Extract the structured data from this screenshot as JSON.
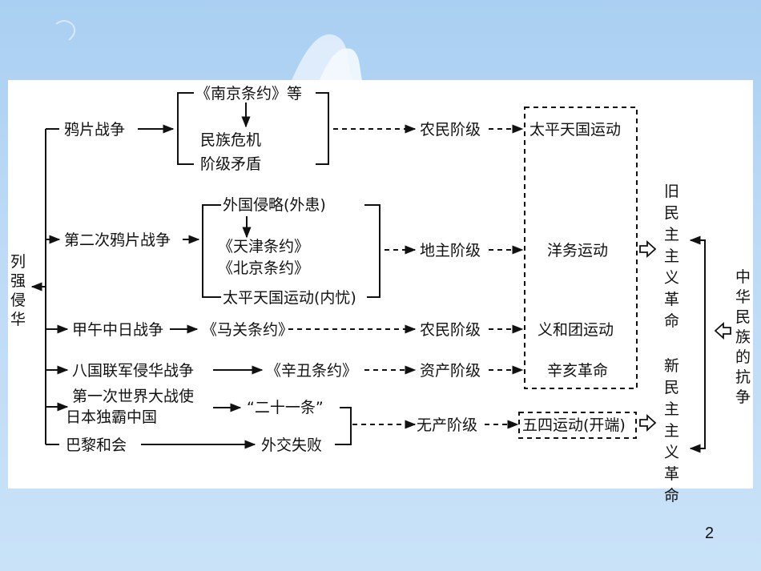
{
  "left_label": "列强侵华",
  "wars": {
    "opium": "鸦片战争",
    "second_opium": "第二次鸦片战争",
    "sino_japanese": "甲午中日战争",
    "eight_nation": "八国联军侵华战争",
    "ww1_line1": "第一次世界大战使",
    "ww1_line2": "日本独霸中国",
    "paris": "巴黎和会"
  },
  "results": {
    "nanjing": "《南京条约》等",
    "crisis": "民族危机",
    "conflict": "阶级矛盾",
    "aggression": "外国侵略(外患)",
    "tianjin": "《天津条约》",
    "beijing": "《北京条约》",
    "taiping_inner": "太平天国运动(内忧)",
    "maguan": "《马关条约》",
    "xinchou": "《辛丑条约》",
    "twentyone": "“二十一条”",
    "diplomacy": "外交失败"
  },
  "classes": {
    "peasant1": "农民阶级",
    "landlord": "地主阶级",
    "peasant2": "农民阶级",
    "bourgeois": "资产阶级",
    "proletariat": "无产阶级"
  },
  "movements": {
    "taiping": "太平天国运动",
    "westernization": "洋务运动",
    "boxer": "义和团运动",
    "xinhai": "辛亥革命",
    "may_fourth": "五四运动(开端)"
  },
  "revolutions": {
    "old": "旧民主主义革命",
    "new": "新民主主义革命"
  },
  "right_label": "中华民族的抗争",
  "page_number": "2"
}
